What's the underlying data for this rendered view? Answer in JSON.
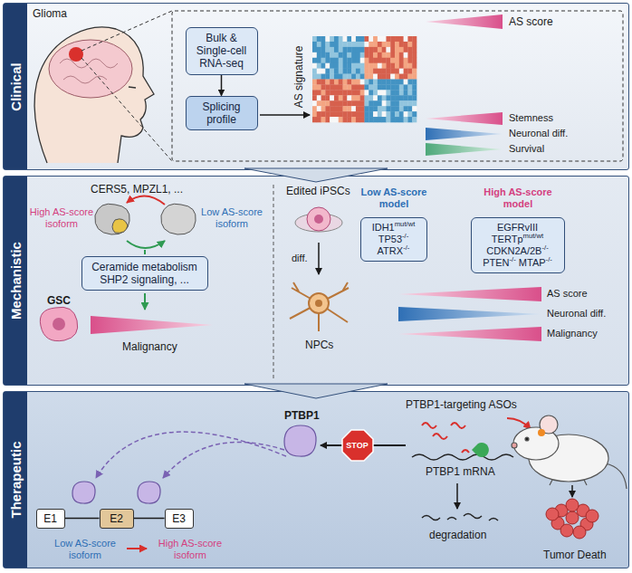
{
  "diagram": {
    "nodes": [
      {
        "text": [
          "Clinical"
        ]
      },
      {
        "text": [
          "Bulk & Single-cell RNA-seq"
        ],
        "in": 0
      },
      {
        "text": [
          "Splicing profile"
        ],
        "in": 0
      },
      {
        "text": [
          "Mechanistic"
        ]
      },
      {
        "text": [
          "Ceramide metabolism SHP2 signaling, ..."
        ],
        "in": 3
      },
      {
        "text": [
          "IDH1mut/wt TP53-/- ATRX-/-"
        ],
        "in": 3
      },
      {
        "text": [
          "EGFRvIII TERTpmut/wt CDKN2A/2B-/- PTEN-/- MTAP-/-"
        ],
        "in": 3
      },
      {
        "text": [
          "Therapeutic"
        ]
      },
      {
        "text": [
          "E1"
        ],
        "in": 7
      },
      {
        "text": [
          "E2"
        ],
        "in": 7
      },
      {
        "text": [
          "E3"
        ],
        "in": 7
      },
      {
        "text": [
          "STOP"
        ],
        "in": 7
      }
    ],
    "edges": [
      {
        "from": 1,
        "to": 2,
        "arrow": "to"
      },
      {
        "from": 8,
        "to": 9,
        "arrow": "none"
      },
      {
        "from": 9,
        "to": 10,
        "arrow": "none"
      }
    ],
    "labels": [
      "Glioma",
      "AS signature",
      "AS score",
      "Stemness",
      "Neuronal diff.",
      "Survival",
      "CERS5, MPZL1, ...",
      "High AS-score isoform",
      "Low AS-score isoform",
      "GSC",
      "Malignancy",
      "Edited iPSCs",
      "diff.",
      "NPCs",
      "Low AS-score model",
      "High AS-score model",
      "AS score",
      "Neuronal diff.",
      "Malignancy",
      "PTBP1",
      "Low AS-score isoform",
      "High AS-score isoform",
      "PTBP1-targeting ASOs",
      "PTBP1 mRNA",
      "degradation",
      "Tumor Death"
    ]
  }
}
